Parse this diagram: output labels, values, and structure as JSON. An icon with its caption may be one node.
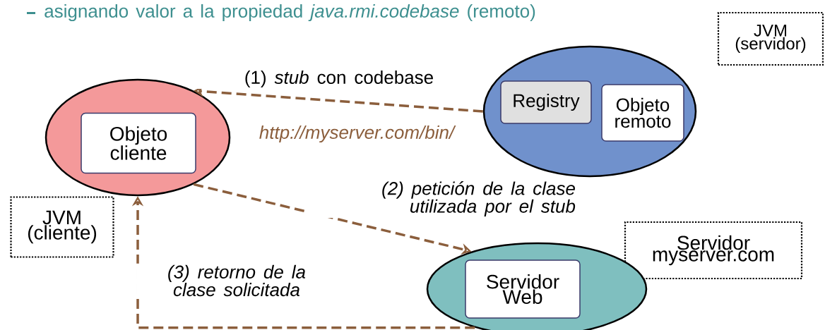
{
  "diagram": {
    "nodes": [
      {
        "text": [
          "JVM (servidor)"
        ]
      },
      {
        "text": [],
        "shape": "ellipse"
      },
      {
        "text": [
          "Registry"
        ],
        "in": 1
      },
      {
        "text": [
          "Objeto remoto"
        ],
        "in": 1
      },
      {
        "text": [],
        "shape": "ellipse"
      },
      {
        "text": [
          "Objeto cliente"
        ],
        "in": 4
      },
      {
        "text": [
          "JVM (cliente)"
        ]
      },
      {
        "text": [
          "Servidor myserver.com"
        ]
      },
      {
        "text": [],
        "shape": "ellipse"
      },
      {
        "text": [
          "Servidor Web"
        ],
        "in": 8
      }
    ],
    "edges": [
      {
        "from": 1,
        "to": 4,
        "arrow": "to",
        "style": "dashed",
        "label": "(1) *stub* con codebase"
      },
      {
        "from": 4,
        "to": 8,
        "arrow": "to",
        "style": "dashed",
        "label": "(2) petición de la clase utilizada por el stub"
      },
      {
        "from": 8,
        "to": 4,
        "arrow": "to",
        "style": "dashed",
        "label": "(3) retorno de la clase solicitada"
      }
    ],
    "labels": [
      "asignando valor a la propiedad *java.rmi.codebase* (remoto)",
      "http://myserver.com/bin/"
    ]
  }
}
